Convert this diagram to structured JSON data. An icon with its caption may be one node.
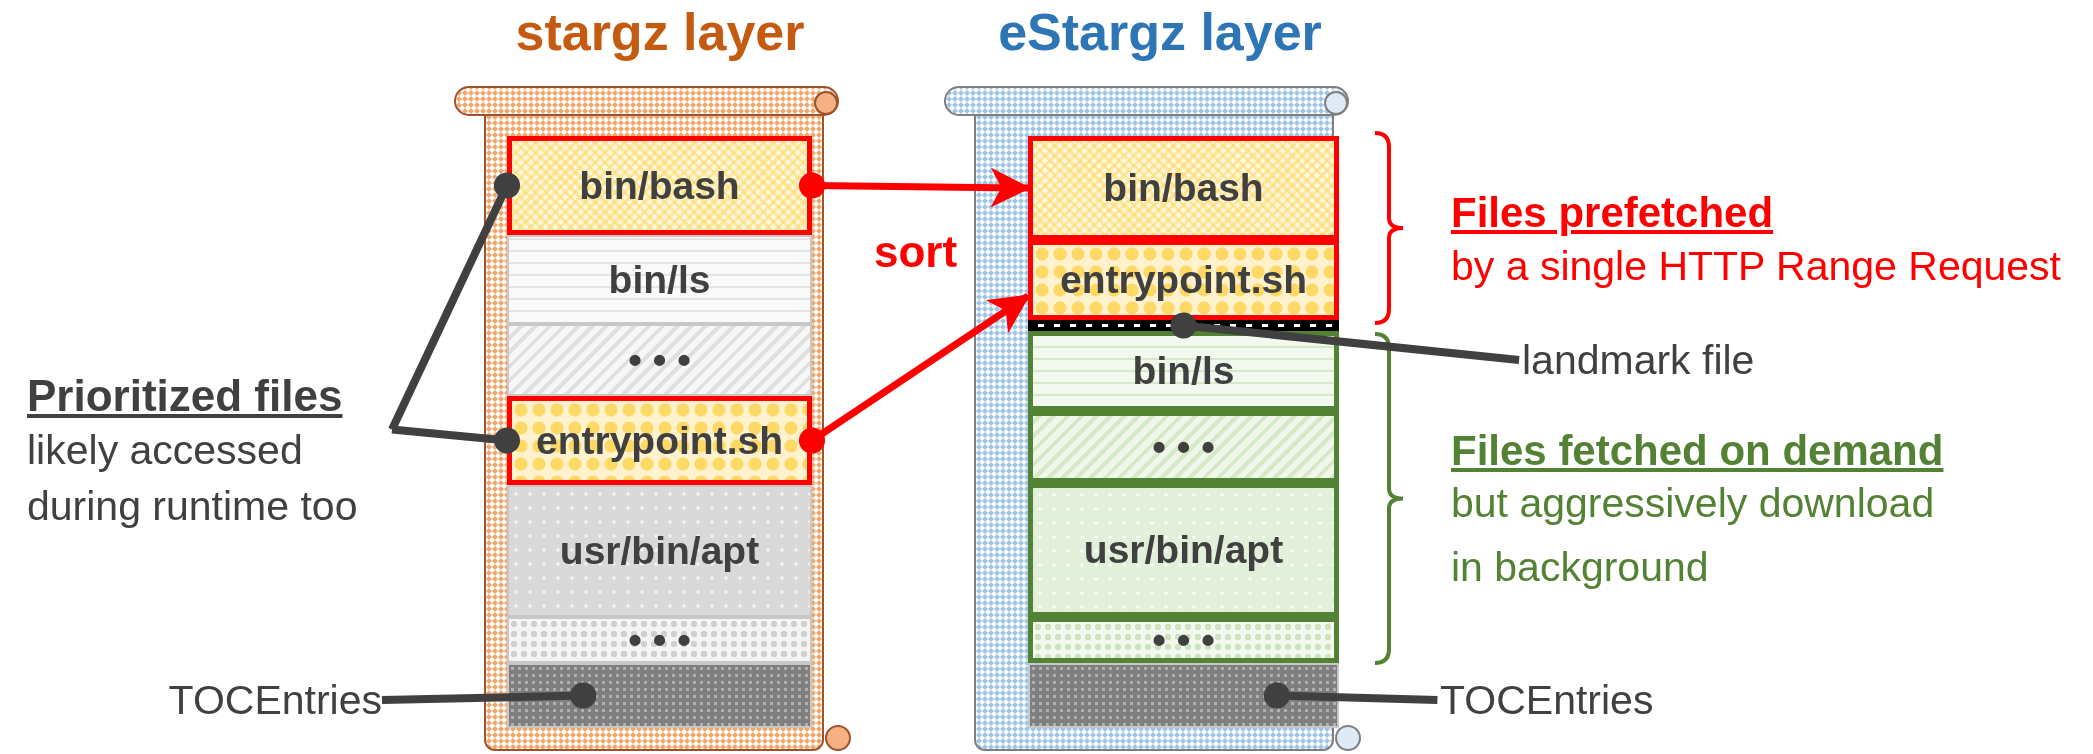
{
  "diagram": {
    "nodes": [
      {
        "text": [
          "stargz layer"
        ]
      },
      {
        "text": [
          "bin/bash"
        ],
        "in": 0
      },
      {
        "text": [
          "bin/ls"
        ],
        "in": 0
      },
      {
        "text": [
          "• • •"
        ],
        "in": 0
      },
      {
        "text": [
          "entrypoint.sh"
        ],
        "in": 0
      },
      {
        "text": [
          "usr/bin/apt"
        ],
        "in": 0
      },
      {
        "text": [
          "• • •"
        ],
        "in": 0
      },
      {
        "text": [],
        "shape": "box",
        "in": 0
      },
      {
        "text": [
          "eStargz layer"
        ]
      },
      {
        "text": [
          "bin/bash"
        ],
        "in": 8
      },
      {
        "text": [
          "entrypoint.sh"
        ],
        "in": 8
      },
      {
        "text": [],
        "shape": "bar",
        "in": 8
      },
      {
        "text": [
          "bin/ls"
        ],
        "in": 8
      },
      {
        "text": [
          "• • •"
        ],
        "in": 8
      },
      {
        "text": [
          "usr/bin/apt"
        ],
        "in": 8
      },
      {
        "text": [
          "• • •"
        ],
        "in": 8
      },
      {
        "text": [],
        "shape": "box",
        "in": 8
      },
      {
        "text": [
          "Prioritized files",
          "likely accessed during runtime too"
        ]
      },
      {
        "text": [
          "TOCEntries"
        ]
      },
      {
        "text": [
          "landmark file"
        ]
      },
      {
        "text": [
          "TOCEntries"
        ]
      }
    ],
    "edges": [
      {
        "from": 1,
        "to": 9,
        "arrow": "to",
        "color": "#ff0000"
      },
      {
        "from": 4,
        "to": 10,
        "arrow": "to",
        "color": "#ff0000"
      },
      {
        "from": 17,
        "to": 1,
        "arrow": "other"
      },
      {
        "from": 17,
        "to": 4,
        "arrow": "other"
      },
      {
        "from": 18,
        "to": 7,
        "arrow": "other"
      },
      {
        "from": 19,
        "to": 11,
        "arrow": "other"
      },
      {
        "from": 20,
        "to": 16,
        "arrow": "other"
      }
    ],
    "labels": [
      "sort",
      "Files prefetched",
      "by a single HTTP Range Request",
      "Files fetched on demand",
      "but aggressively download in background"
    ]
  }
}
